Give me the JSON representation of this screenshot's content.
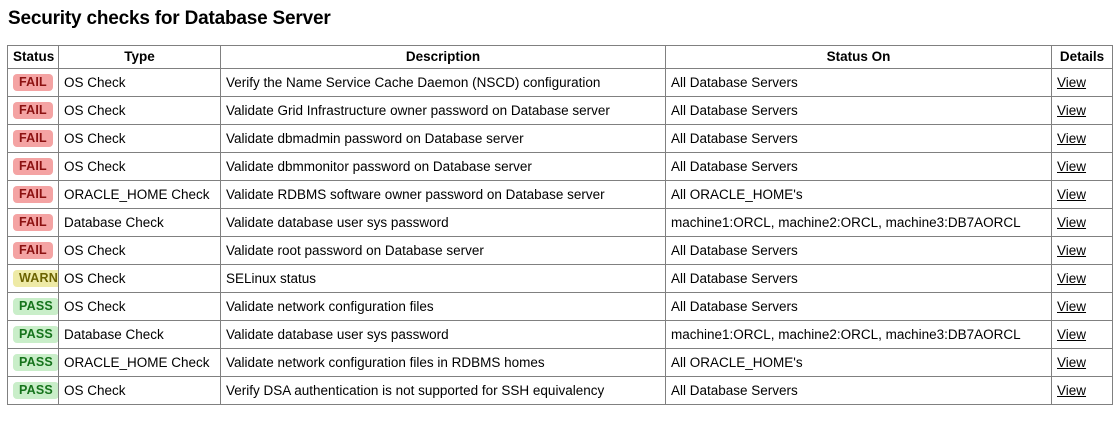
{
  "page": {
    "title": "Security checks for Database Server"
  },
  "table": {
    "columns": [
      {
        "key": "status",
        "label": "Status"
      },
      {
        "key": "type",
        "label": "Type"
      },
      {
        "key": "desc",
        "label": "Description"
      },
      {
        "key": "statuson",
        "label": "Status On"
      },
      {
        "key": "details",
        "label": "Details"
      }
    ],
    "details_link_label": "View",
    "status_colors": {
      "FAIL": {
        "bg": "#f4a3a3",
        "fg": "#8c1111"
      },
      "WARN": {
        "bg": "#eeeaa6",
        "fg": "#6b6200"
      },
      "PASS": {
        "bg": "#c9eec9",
        "fg": "#15731b"
      }
    },
    "rows": [
      {
        "status": "FAIL",
        "type": "OS Check",
        "desc": "Verify the Name Service Cache Daemon (NSCD) configuration",
        "statuson": "All Database Servers",
        "details": "View"
      },
      {
        "status": "FAIL",
        "type": "OS Check",
        "desc": "Validate Grid Infrastructure owner password on Database server",
        "statuson": "All Database Servers",
        "details": "View"
      },
      {
        "status": "FAIL",
        "type": "OS Check",
        "desc": "Validate dbmadmin password on Database server",
        "statuson": "All Database Servers",
        "details": "View"
      },
      {
        "status": "FAIL",
        "type": "OS Check",
        "desc": "Validate dbmmonitor password on Database server",
        "statuson": "All Database Servers",
        "details": "View"
      },
      {
        "status": "FAIL",
        "type": "ORACLE_HOME Check",
        "desc": "Validate RDBMS software owner password on Database server",
        "statuson": "All ORACLE_HOME's",
        "details": "View"
      },
      {
        "status": "FAIL",
        "type": "Database Check",
        "desc": "Validate database user sys password",
        "statuson": "machine1:ORCL, machine2:ORCL, machine3:DB7AORCL",
        "details": "View"
      },
      {
        "status": "FAIL",
        "type": "OS Check",
        "desc": "Validate root password on Database server",
        "statuson": "All Database Servers",
        "details": "View"
      },
      {
        "status": "WARN",
        "type": "OS Check",
        "desc": "SELinux status",
        "statuson": "All Database Servers",
        "details": "View"
      },
      {
        "status": "PASS",
        "type": "OS Check",
        "desc": "Validate network configuration files",
        "statuson": "All Database Servers",
        "details": "View"
      },
      {
        "status": "PASS",
        "type": "Database Check",
        "desc": "Validate database user sys password",
        "statuson": "machine1:ORCL, machine2:ORCL, machine3:DB7AORCL",
        "details": "View"
      },
      {
        "status": "PASS",
        "type": "ORACLE_HOME Check",
        "desc": "Validate network configuration files in RDBMS homes",
        "statuson": "All ORACLE_HOME's",
        "details": "View"
      },
      {
        "status": "PASS",
        "type": "OS Check",
        "desc": "Verify DSA authentication is not supported for SSH equivalency",
        "statuson": "All Database Servers",
        "details": "View"
      }
    ]
  }
}
